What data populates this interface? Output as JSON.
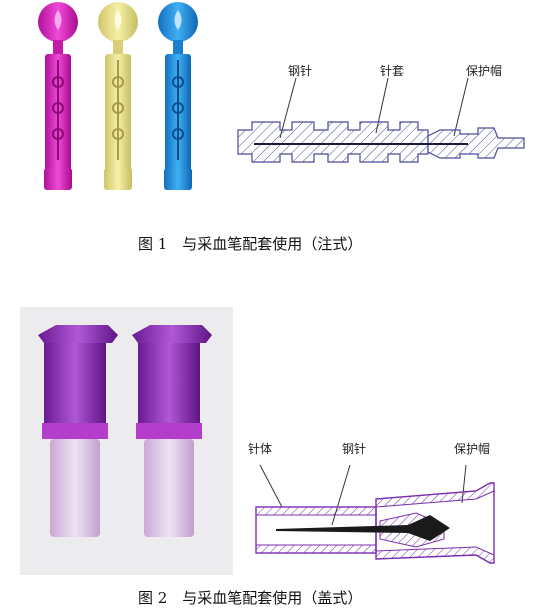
{
  "figure1": {
    "caption": "图 1　与采血笔配套使用（注式）",
    "labels": {
      "needle": "钢针",
      "sleeve": "针套",
      "cap": "保护帽"
    },
    "lancet_colors": [
      "#e01fc0",
      "#e8df88",
      "#1e8fe0"
    ]
  },
  "figure2": {
    "caption": "图 2　与采血笔配套使用（盖式）",
    "labels": {
      "body": "针体",
      "needle": "钢针",
      "cap": "保护帽"
    },
    "product_color": "#8e2fb8"
  }
}
